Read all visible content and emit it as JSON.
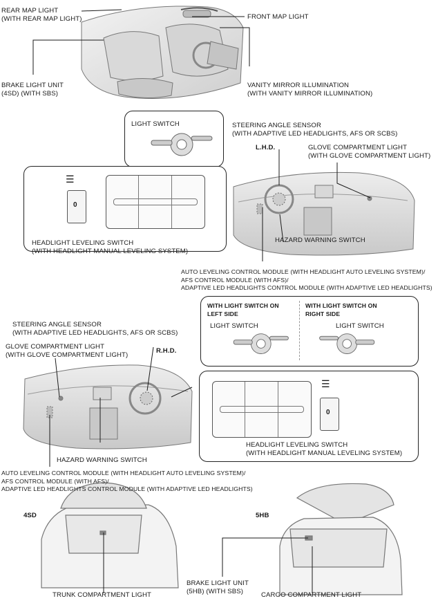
{
  "labels": {
    "rear_map_light": "REAR MAP LIGHT\n(WITH REAR MAP LIGHT)",
    "front_map_light": "FRONT MAP LIGHT",
    "brake_light_unit_4sd": "BRAKE LIGHT UNIT\n(4SD) (WITH SBS)",
    "vanity_mirror": "VANITY MIRROR ILLUMINATION\n(WITH VANITY MIRROR ILLUMINATION)",
    "light_switch_lhd": "LIGHT SWITCH",
    "steering_angle_sensor_lhd": "STEERING ANGLE SENSOR\n(WITH ADAPTIVE LED HEADLIGHTS, AFS OR SCBS)",
    "lhd": "L.H.D.",
    "glove_compartment_lhd": "GLOVE COMPARTMENT LIGHT\n(WITH GLOVE COMPARTMENT LIGHT)",
    "headlight_leveling_lhd": "HEADLIGHT LEVELING SWITCH\n(WITH HEADLIGHT MANUAL LEVELING SYSTEM)",
    "hazard_lhd": "HAZARD WARNING SWITCH",
    "auto_leveling_lhd": "AUTO LEVELING CONTROL MODULE (WITH HEADLIGHT AUTO LEVELING SYSTEM)/\nAFS CONTROL MODULE (WITH AFS)/\nADAPTIVE LED HEADLIGHTS CONTROL MODULE (WITH ADAPTIVE LED HEADLIGHTS)",
    "with_light_switch_left": "WITH LIGHT SWITCH ON\nLEFT SIDE",
    "with_light_switch_right": "WITH LIGHT SWITCH ON\nRIGHT SIDE",
    "light_switch_rhd_left": "LIGHT SWITCH",
    "light_switch_rhd_right": "LIGHT SWITCH",
    "steering_angle_sensor_rhd": "STEERING ANGLE SENSOR\n(WITH ADAPTIVE LED HEADLIGHTS, AFS OR SCBS)",
    "glove_compartment_rhd": "GLOVE COMPARTMENT LIGHT\n(WITH GLOVE COMPARTMENT LIGHT)",
    "rhd": "R.H.D.",
    "headlight_leveling_rhd": "HEADLIGHT LEVELING SWITCH\n(WITH HEADLIGHT MANUAL LEVELING SYSTEM)",
    "hazard_rhd": "HAZARD WARNING SWITCH",
    "auto_leveling_rhd": "AUTO LEVELING CONTROL MODULE (WITH HEADLIGHT AUTO LEVELING SYSTEM)/\nAFS CONTROL MODULE (WITH AFS)/\nADAPTIVE LED HEADLIGHTS CONTROL MODULE (WITH ADAPTIVE LED HEADLIGHTS)",
    "sd4": "4SD",
    "hb5": "5HB",
    "trunk_light": "TRUNK COMPARTMENT LIGHT",
    "brake_light_unit_5hb": "BRAKE LIGHT UNIT\n(5HB) (WITH SBS)",
    "cargo_light": "CARGO COMPARTMENT LIGHT"
  },
  "leveling_switch": {
    "icon": "headlight-leveling-icon",
    "selected_position": "0"
  },
  "colors": {
    "line": "#1a1a1a",
    "drawing": "#7a7a7a",
    "drawing_fill": "#e6e6e6"
  }
}
